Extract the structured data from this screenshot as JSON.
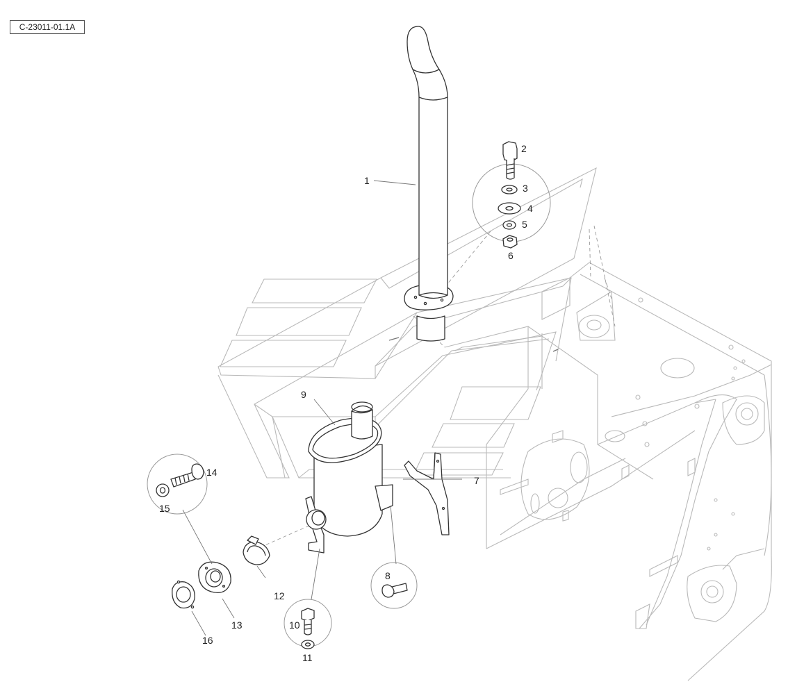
{
  "reference_code": "C-23011-01.1A",
  "callouts": {
    "c1": "1",
    "c2": "2",
    "c3": "3",
    "c4": "4",
    "c5": "5",
    "c6": "6",
    "c7": "7",
    "c8": "8",
    "c9": "9",
    "c10": "10",
    "c11": "11",
    "c12": "12",
    "c13": "13",
    "c14": "14",
    "c15": "15",
    "c16": "16"
  }
}
